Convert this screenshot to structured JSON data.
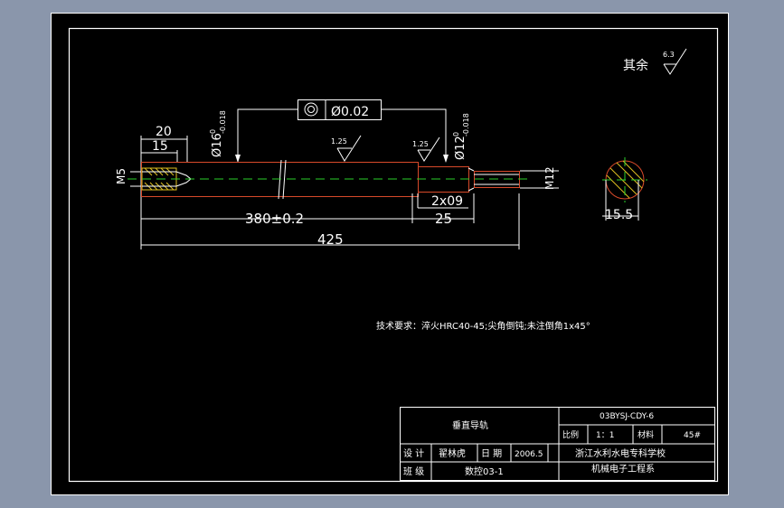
{
  "drawing": {
    "remaining_roughness_label": "其余",
    "remaining_roughness_value": "6.3",
    "tolerance_frame_value": "Ø0.02",
    "roughness_body": "1.25",
    "roughness_step": "1.25",
    "dim_phi16": "Ø16",
    "dim_phi16_upper": "0",
    "dim_phi16_lower": "-0.018",
    "dim_phi12": "Ø12",
    "dim_phi12_upper": "0",
    "dim_phi12_lower": "-0.018",
    "dim_20": "20",
    "dim_15": "15",
    "dim_m5": "M5",
    "dim_m12": "M12",
    "dim_2x09": "2x09",
    "dim_380": "380±0.2",
    "dim_25": "25",
    "dim_425": "425",
    "dim_section": "15.5",
    "tech_requirements": "技术要求：淬火HRC40-45;尖角倒钝;未注倒角1x45°"
  },
  "title_block": {
    "part_name": "垂直导轨",
    "drawing_number": "03BYSJ-CDY-6",
    "scale_label": "比例",
    "scale_value": "1：1",
    "material_label": "材料",
    "material_value": "45#",
    "design_label": "设 计",
    "designer": "翟林虎",
    "date_label": "日 期",
    "date_value": "2006.5",
    "class_label": "班 级",
    "class_value": "数控03-1",
    "school_line1": "浙江水利水电专科学校",
    "school_line2": "机械电子工程系"
  }
}
